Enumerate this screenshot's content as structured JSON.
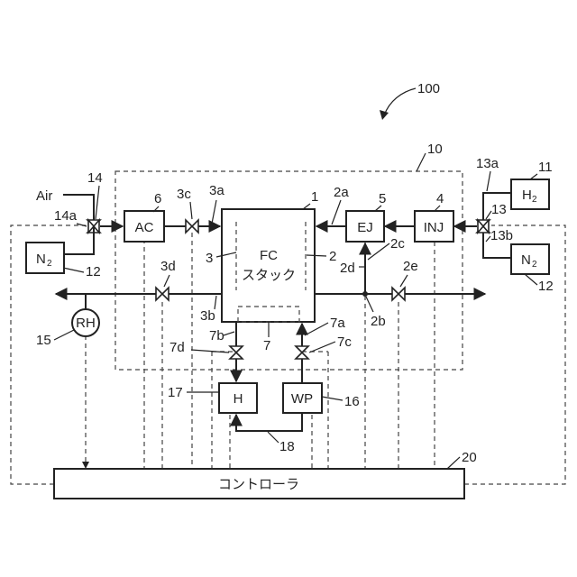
{
  "system_label": "100",
  "ref": {
    "fc_region": "10",
    "stack": "1",
    "anode": "2",
    "cathode": "3",
    "line_2a": "2a",
    "line_2b": "2b",
    "line_2c": "2c",
    "line_2d": "2d",
    "valve_2e": "2e",
    "line_3a": "3a",
    "line_3b": "3b",
    "valve_3c": "3c",
    "valve_3d": "3d",
    "ac": "6",
    "ej": "5",
    "inj": "4",
    "h2_tank": "11",
    "n2_tank_a": "12",
    "n2_tank_b": "12",
    "valve_13": "13",
    "line_13a": "13a",
    "line_13b": "13b",
    "valve_14": "14",
    "line_14a": "14a",
    "rh_sensor": "15",
    "wp": "16",
    "heater": "17",
    "coolant_line": "18",
    "controller": "20",
    "coolant_path": "7",
    "line_7a": "7a",
    "line_7b": "7b",
    "valve_7c": "7c",
    "valve_7d": "7d"
  },
  "labels": {
    "air": "Air",
    "ac": "AC",
    "ej": "EJ",
    "inj": "INJ",
    "h2": "H",
    "n2": "N",
    "subscript_2": "2",
    "fc_line1": "FC",
    "fc_line2": "スタック",
    "rh": "RH",
    "heater": "H",
    "wp": "WP",
    "controller": "コントローラ"
  }
}
